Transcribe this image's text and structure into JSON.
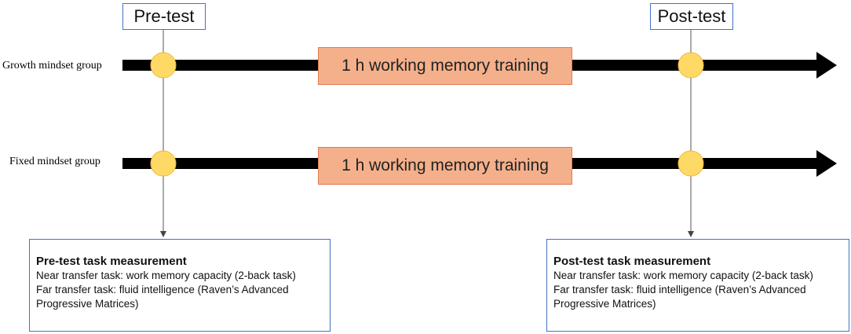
{
  "phases": {
    "pre_test": "Pre-test",
    "post_test": "Post-test"
  },
  "groups": [
    {
      "label": "Growth mindset group",
      "training": "1 h working memory training"
    },
    {
      "label": "Fixed mindset group",
      "training": "1 h working memory training"
    }
  ],
  "measurements": {
    "pre": {
      "title": "Pre-test task measurement",
      "near": "Near transfer task: work memory capacity (2-back task)",
      "far_line1": "Far transfer task: fluid intelligence (Raven’s Advanced",
      "far_line2": "Progressive Matrices)"
    },
    "post": {
      "title": "Post-test task measurement",
      "near": "Near transfer task: work memory capacity (2-back task)",
      "far_line1": "Far transfer task: fluid intelligence (Raven’s Advanced",
      "far_line2": "Progressive Matrices)"
    }
  },
  "colors": {
    "timeline": "#000000",
    "node_fill": "#ffd966",
    "node_stroke": "#f1b53b",
    "training_fill": "#f4b08b",
    "box_border": "#4472c4",
    "connector": "#555555"
  }
}
